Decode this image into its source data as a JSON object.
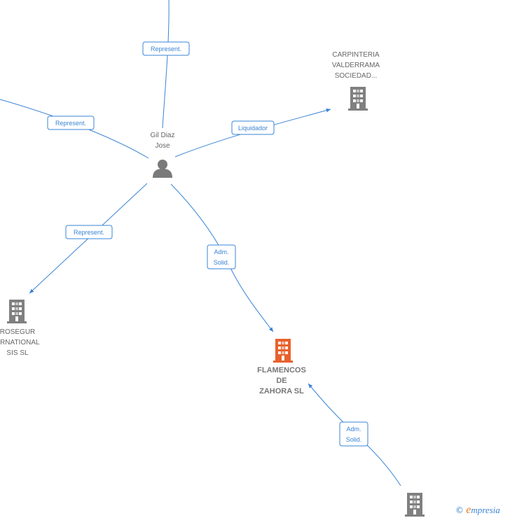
{
  "nodes": {
    "person": {
      "label": "Gil Diaz\nJose",
      "icon": "person-icon"
    },
    "carpinteria": {
      "label": "CARPINTERIA\nVALDERRAMA\nSOCIEDAD...",
      "icon": "building-icon"
    },
    "prosegur": {
      "label": "ROSEGUR\nERNATIONAL\nSIS  SL",
      "icon": "building-icon"
    },
    "flamencos": {
      "label": "FLAMENCOS\nDE\nZAHORA  SL",
      "icon": "building-icon"
    },
    "bottom": {
      "icon": "building-icon"
    }
  },
  "edges": {
    "top": "Represent.",
    "left": "Represent.",
    "liquidador": "Liquidador",
    "prosegur": "Represent.",
    "flamencos": "Adm.\nSolid.",
    "bottom": "Adm.\nSolid."
  },
  "watermark": {
    "copyright": "©",
    "e": "e",
    "brand": "mpresia"
  },
  "colors": {
    "edge": "#3a84d4",
    "building": "#808080",
    "building_focus": "#e8622c",
    "person": "#7a7a7a"
  }
}
